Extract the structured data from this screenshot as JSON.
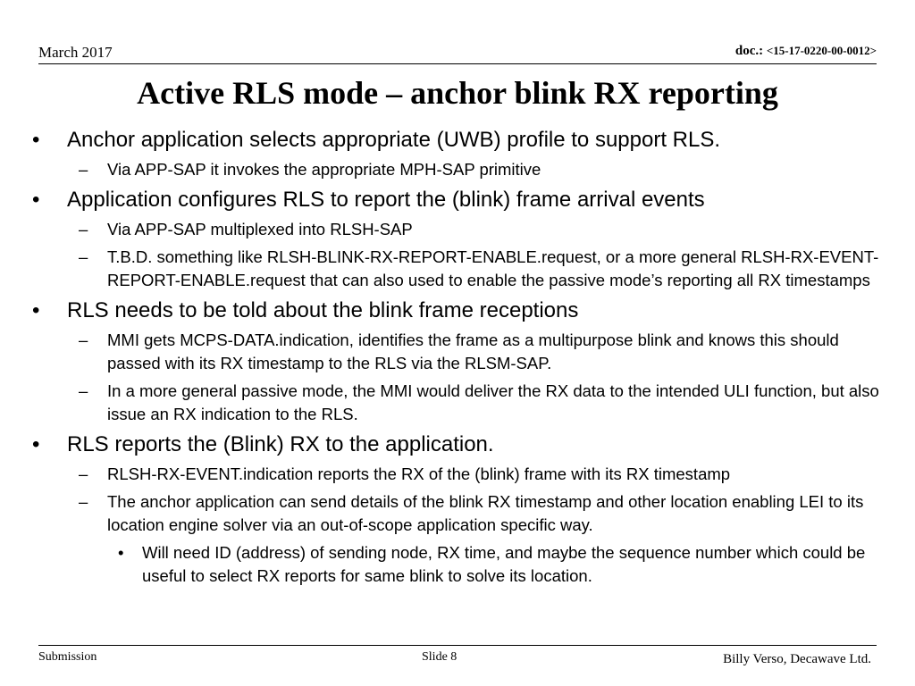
{
  "header": {
    "date": "March 2017",
    "doc_prefix": "doc.: ",
    "doc_number": "<15-17-0220-00-0012>"
  },
  "title": "Active RLS mode – anchor blink RX reporting",
  "bullets": [
    {
      "text": "Anchor application selects appropriate (UWB) profile to support RLS.",
      "sub": [
        {
          "text": "Via APP-SAP it invokes the appropriate MPH-SAP primitive"
        }
      ]
    },
    {
      "text": "Application configures RLS to report the (blink) frame arrival events",
      "sub": [
        {
          "text": "Via APP-SAP multiplexed into RLSH-SAP"
        },
        {
          "text": "T.B.D. something like RLSH-BLINK-RX-REPORT-ENABLE.request, or a more general RLSH-RX-EVENT-REPORT-ENABLE.request that can also used to enable the passive mode’s reporting all RX timestamps"
        }
      ]
    },
    {
      "text": "RLS needs to be told about the blink frame receptions",
      "sub": [
        {
          "text": "MMI gets MCPS-DATA.indication, identifies the frame as a multipurpose blink and knows this should passed with its RX timestamp to the RLS via the RLSM-SAP."
        },
        {
          "text": "In a more general passive mode, the MMI would deliver the RX data to the intended ULI function, but also issue an RX indication to the RLS."
        }
      ]
    },
    {
      "text": "RLS reports the (Blink) RX to the application.",
      "sub": [
        {
          "text": "RLSH-RX-EVENT.indication reports the RX of the (blink) frame with its RX timestamp"
        },
        {
          "text": "The anchor application can send details of the blink RX timestamp and other location enabling LEI to its location engine solver via an out-of-scope application specific way.",
          "sub": [
            {
              "text": "Will need ID (address) of sending node, RX time, and maybe the sequence number which could be useful to select RX reports for same blink to solve its location."
            }
          ]
        }
      ]
    }
  ],
  "markers": {
    "level1": "•",
    "level2": "–",
    "level3": "•"
  },
  "footer": {
    "left": "Submission",
    "center": "Slide 8",
    "right": "Billy Verso,  Decawave Ltd."
  }
}
